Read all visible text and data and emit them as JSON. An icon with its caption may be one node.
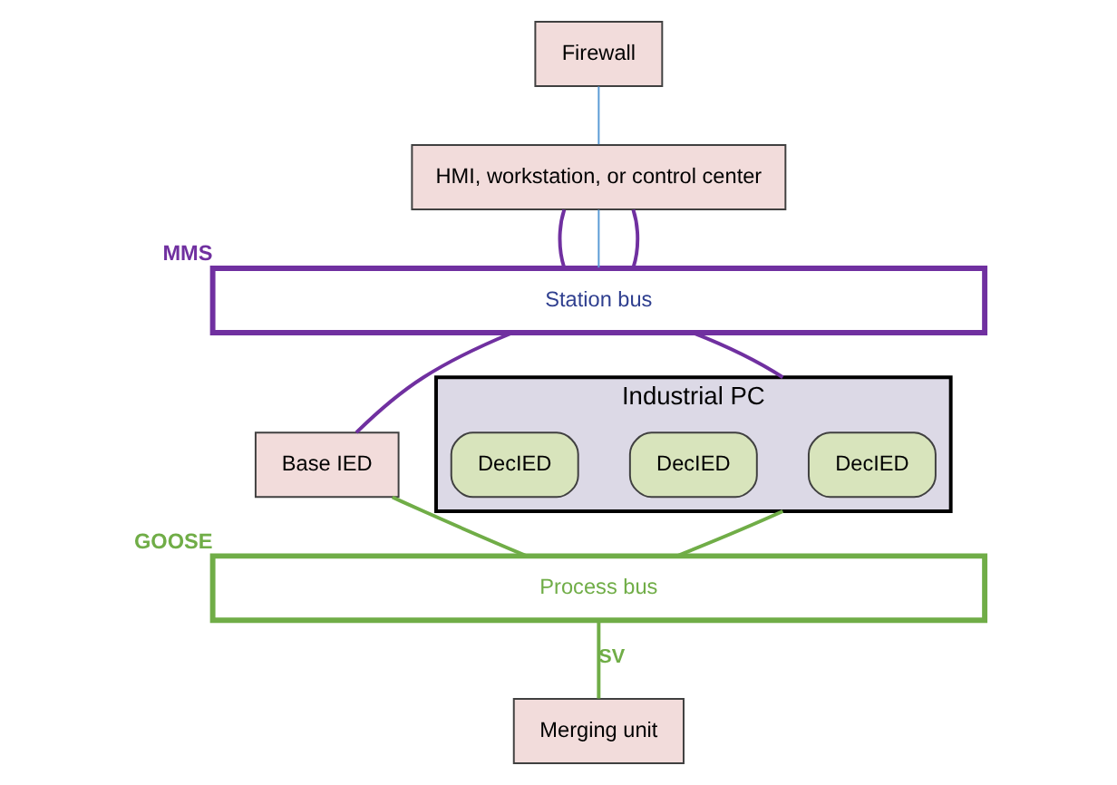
{
  "diagram": {
    "nodes": [
      {
        "text": [
          "Firewall"
        ]
      },
      {
        "text": [
          "HMI, workstation, or control center"
        ]
      },
      {
        "text": [
          "Station bus"
        ],
        "beside": [
          "MMS"
        ]
      },
      {
        "text": [
          "Base IED"
        ]
      },
      {
        "text": [
          "Industrial PC"
        ]
      },
      {
        "text": [
          "DecIED"
        ],
        "in": 4
      },
      {
        "text": [
          "DecIED"
        ],
        "in": 4
      },
      {
        "text": [
          "DecIED"
        ],
        "in": 4
      },
      {
        "text": [
          "Process bus"
        ],
        "beside": [
          "GOOSE"
        ]
      },
      {
        "text": [
          "Merging unit"
        ]
      }
    ],
    "edges": [
      {
        "from": 0,
        "to": 1,
        "arrow": "none",
        "color": "#5b9bd5"
      },
      {
        "from": 1,
        "to": 2,
        "arrow": "none"
      },
      {
        "from": 1,
        "to": 2,
        "arrow": "none",
        "color": "#5b9bd5"
      },
      {
        "from": 1,
        "to": 2,
        "arrow": "none"
      },
      {
        "from": 2,
        "to": 3,
        "arrow": "none"
      },
      {
        "from": 2,
        "to": 4,
        "arrow": "none"
      },
      {
        "from": 3,
        "to": 8,
        "arrow": "none",
        "color": "#70ad47"
      },
      {
        "from": 4,
        "to": 8,
        "arrow": "none",
        "color": "#70ad47"
      },
      {
        "from": 8,
        "to": 9,
        "arrow": "none",
        "label": "SV",
        "color": "#70ad47"
      }
    ]
  }
}
